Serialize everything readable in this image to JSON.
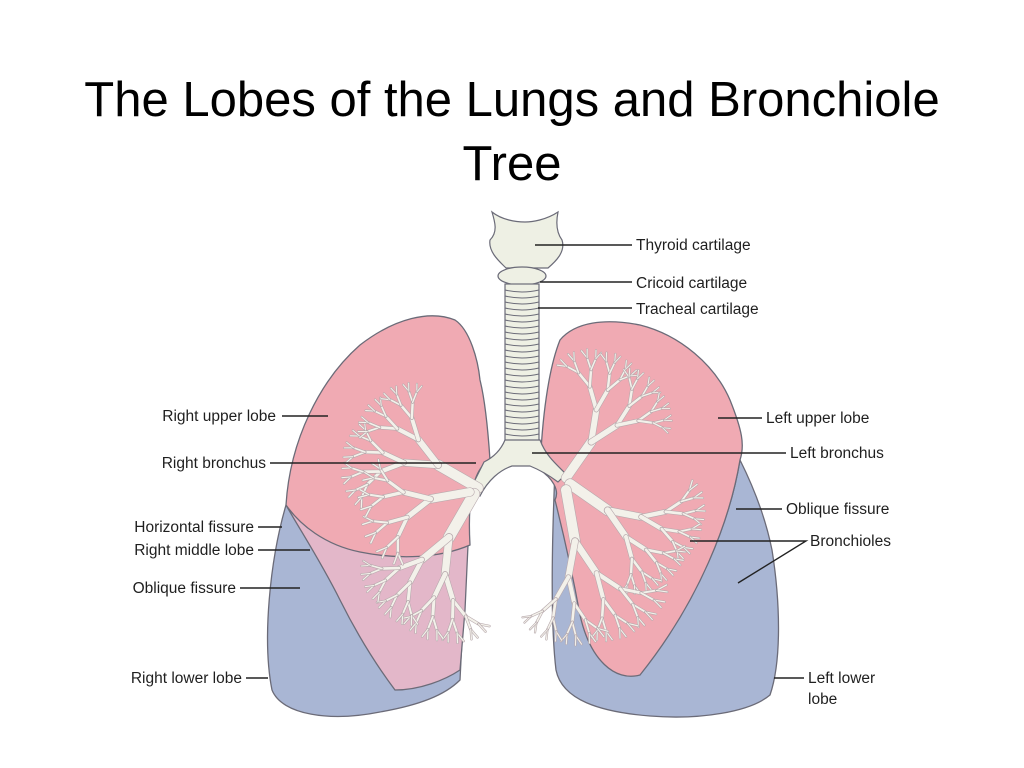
{
  "slide": {
    "title": "The Lobes of the Lungs and Bronchiole Tree"
  },
  "colors": {
    "upper_lobe_fill": "#f0aab3",
    "lower_lobe_fill": "#a9b6d4",
    "middle_lobe_fill": "#e3b7c9",
    "trachea_fill": "#eef0e4",
    "outline": "#6b6b78",
    "bronchiole": "#f3f1ea"
  },
  "labels": {
    "thyroid_cartilage": "Thyroid cartilage",
    "cricoid_cartilage": "Cricoid cartilage",
    "tracheal_cartilage": "Tracheal cartilage",
    "right_upper_lobe": "Right upper lobe",
    "right_bronchus": "Right bronchus",
    "horizontal_fissure": "Horizontal fissure",
    "right_middle_lobe": "Right middle lobe",
    "oblique_fissure_right": "Oblique fissure",
    "right_lower_lobe": "Right lower lobe",
    "left_upper_lobe": "Left upper lobe",
    "left_bronchus": "Left bronchus",
    "oblique_fissure_left": "Oblique fissure",
    "bronchioles": "Bronchioles",
    "left_lower_lobe_line1": "Left lower",
    "left_lower_lobe_line2": "lobe"
  }
}
